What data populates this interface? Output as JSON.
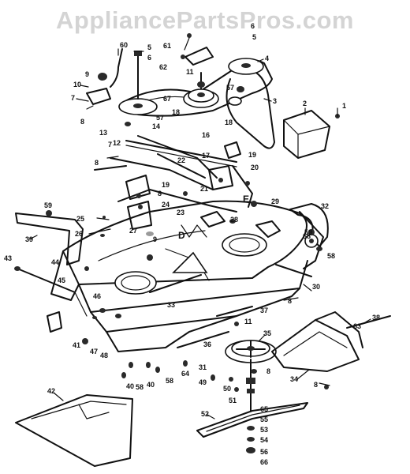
{
  "watermark": "AppliancePartsPros.com",
  "callouts": [
    {
      "n": "1"
    },
    {
      "n": "2"
    },
    {
      "n": "3"
    },
    {
      "n": "4"
    },
    {
      "n": "5"
    },
    {
      "n": "5"
    },
    {
      "n": "6"
    },
    {
      "n": "6"
    },
    {
      "n": "7"
    },
    {
      "n": "7"
    },
    {
      "n": "8"
    },
    {
      "n": "8"
    },
    {
      "n": "8"
    },
    {
      "n": "8"
    },
    {
      "n": "8"
    },
    {
      "n": "8"
    },
    {
      "n": "9"
    },
    {
      "n": "9"
    },
    {
      "n": "10"
    },
    {
      "n": "11"
    },
    {
      "n": "11"
    },
    {
      "n": "12"
    },
    {
      "n": "13"
    },
    {
      "n": "14"
    },
    {
      "n": "16"
    },
    {
      "n": "17"
    },
    {
      "n": "18"
    },
    {
      "n": "18"
    },
    {
      "n": "19"
    },
    {
      "n": "19"
    },
    {
      "n": "20"
    },
    {
      "n": "21"
    },
    {
      "n": "22"
    },
    {
      "n": "23"
    },
    {
      "n": "24"
    },
    {
      "n": "25"
    },
    {
      "n": "26"
    },
    {
      "n": "27"
    },
    {
      "n": "28"
    },
    {
      "n": "29"
    },
    {
      "n": "30"
    },
    {
      "n": "31"
    },
    {
      "n": "32"
    },
    {
      "n": "33"
    },
    {
      "n": "34"
    },
    {
      "n": "35"
    },
    {
      "n": "36"
    },
    {
      "n": "37"
    },
    {
      "n": "38"
    },
    {
      "n": "39"
    },
    {
      "n": "40"
    },
    {
      "n": "40"
    },
    {
      "n": "41"
    },
    {
      "n": "42"
    },
    {
      "n": "43"
    },
    {
      "n": "44"
    },
    {
      "n": "45"
    },
    {
      "n": "46"
    },
    {
      "n": "47"
    },
    {
      "n": "48"
    },
    {
      "n": "49"
    },
    {
      "n": "50"
    },
    {
      "n": "51"
    },
    {
      "n": "52"
    },
    {
      "n": "53"
    },
    {
      "n": "54"
    },
    {
      "n": "55"
    },
    {
      "n": "56"
    },
    {
      "n": "57"
    },
    {
      "n": "57"
    },
    {
      "n": "58"
    },
    {
      "n": "58"
    },
    {
      "n": "58"
    },
    {
      "n": "59"
    },
    {
      "n": "59"
    },
    {
      "n": "60"
    },
    {
      "n": "61"
    },
    {
      "n": "62"
    },
    {
      "n": "63"
    },
    {
      "n": "64"
    },
    {
      "n": "65"
    },
    {
      "n": "66"
    },
    {
      "n": "67"
    },
    {
      "n": "68"
    }
  ],
  "markers": [
    {
      "text": "D"
    },
    {
      "text": "E"
    }
  ]
}
